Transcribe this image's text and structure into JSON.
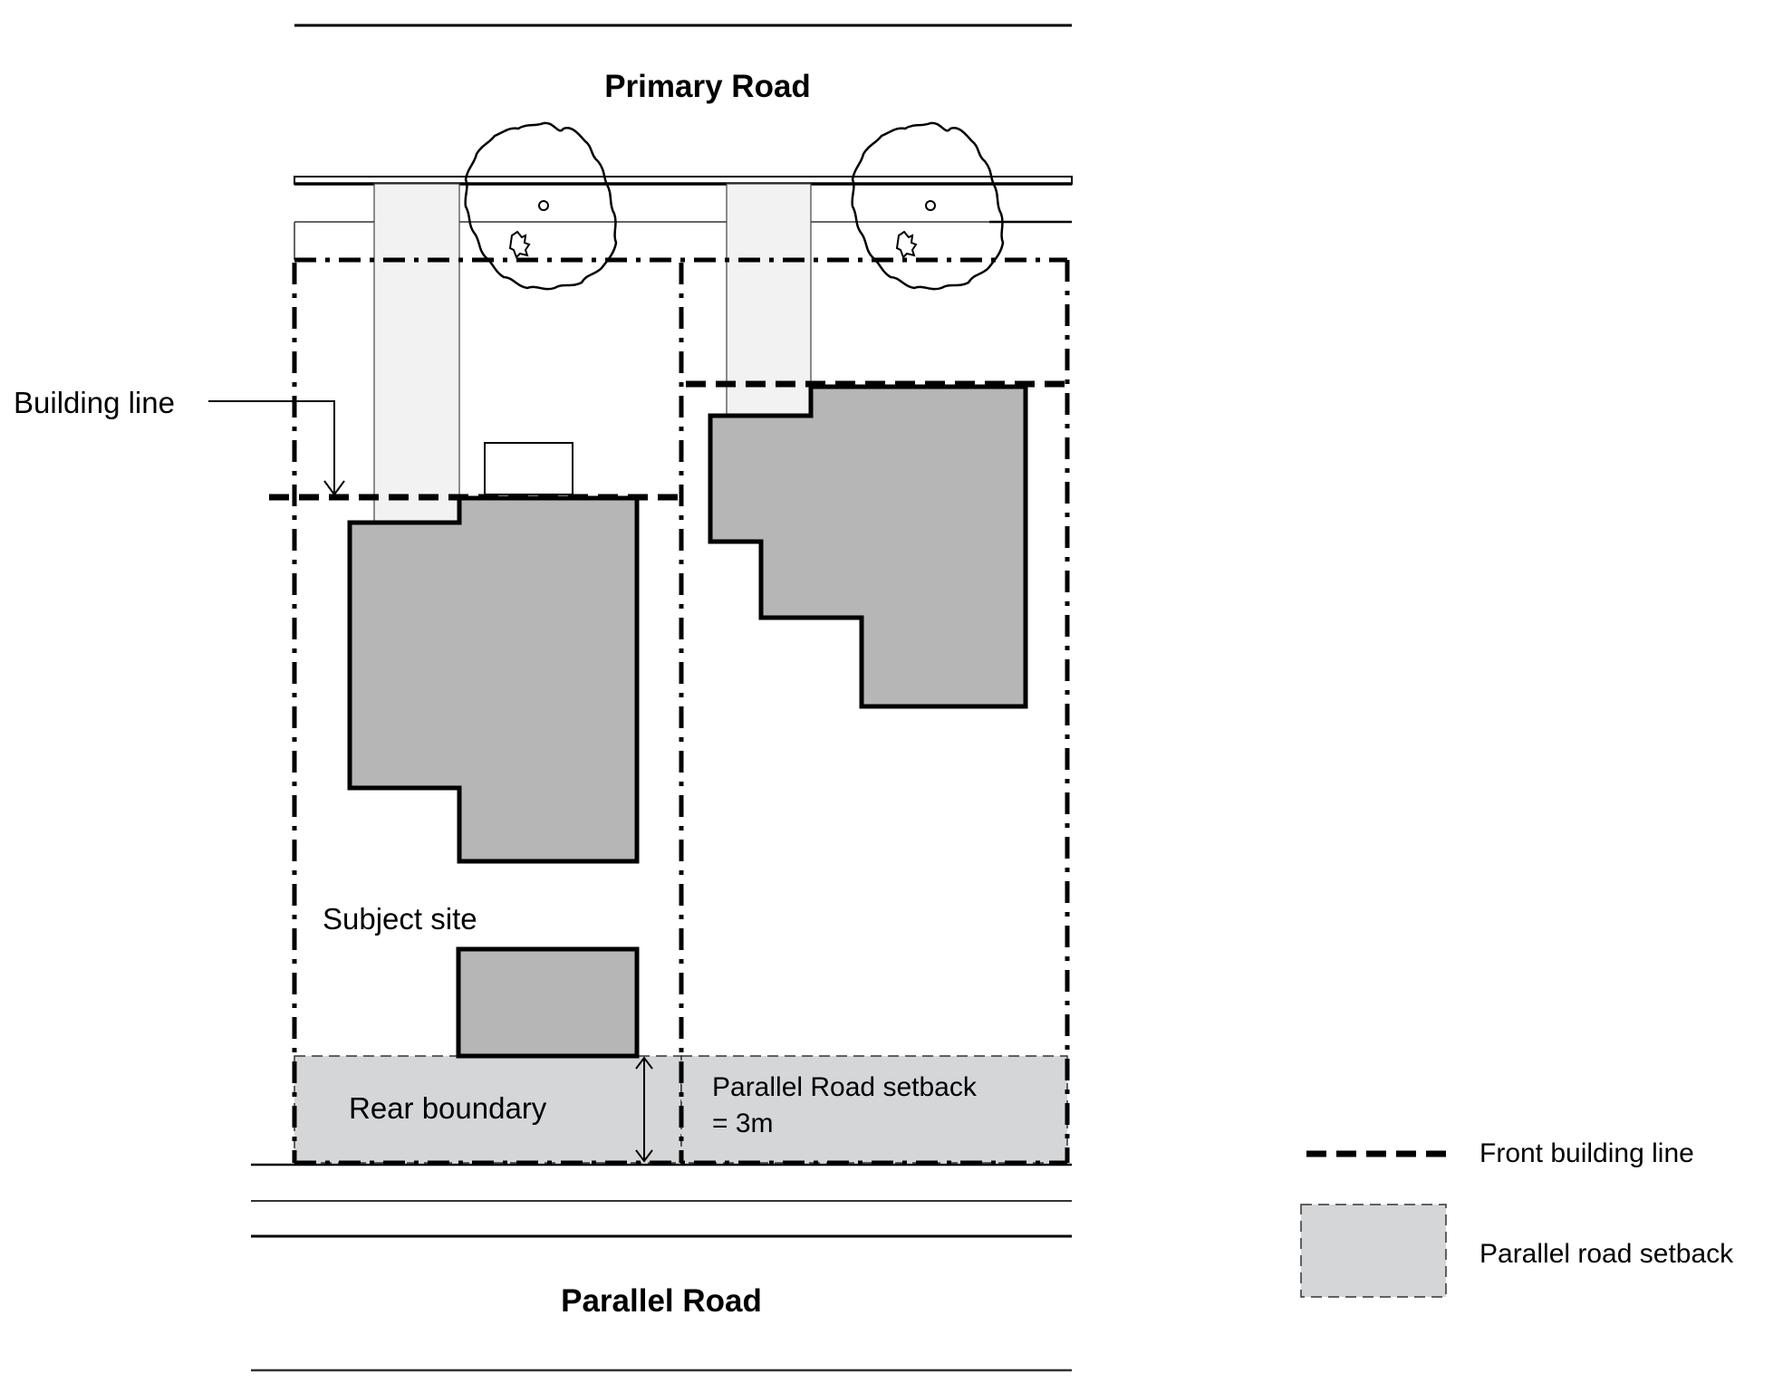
{
  "labels": {
    "primary_road": "Primary Road",
    "parallel_road": "Parallel Road",
    "building_line": "Building line",
    "subject_site": "Subject site",
    "rear_boundary": "Rear boundary",
    "setback_line1": "Parallel Road setback",
    "setback_line2": "= 3m"
  },
  "legend": {
    "items": [
      {
        "symbol": "thick-dashed-line",
        "label": "Front building line"
      },
      {
        "symbol": "grey-dashed-box",
        "label": "Parallel road setback"
      }
    ]
  },
  "colors": {
    "building_fill": "#b6b6b6",
    "setback_fill": "#d5d6d8",
    "driveway_fill": "#f2f2f2",
    "line": "#000000",
    "background": "#ffffff"
  },
  "elements": {
    "lots": [
      "subject-site",
      "neighbouring-lot"
    ],
    "trees": 2,
    "driveways": 2,
    "setback_distance": "3m"
  }
}
